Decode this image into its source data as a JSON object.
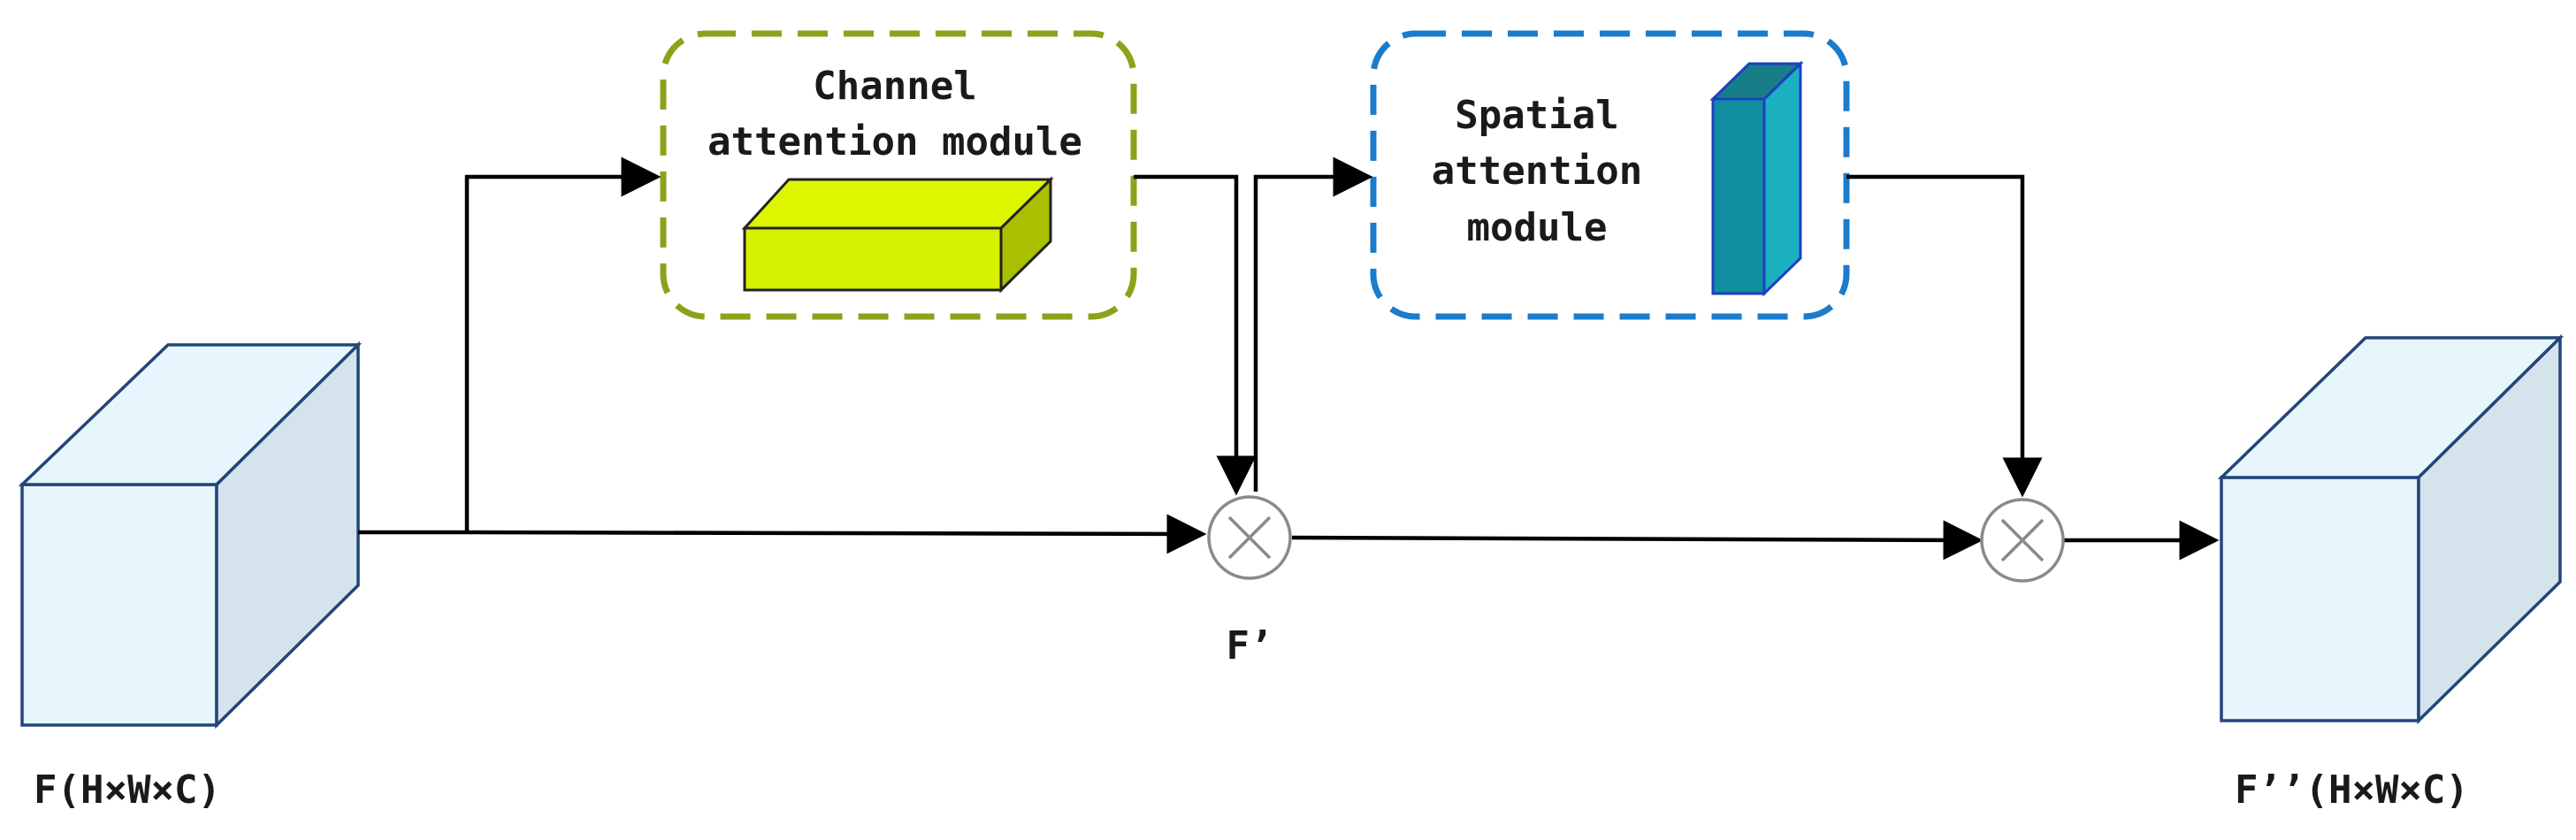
{
  "diagram": {
    "modules": {
      "channel": {
        "label_lines": [
          "Channel",
          "attention module"
        ],
        "border_color": "#8ea11a"
      },
      "spatial": {
        "label_lines": [
          "Spatial",
          "attention",
          "module"
        ],
        "border_color": "#1a7ccc"
      }
    },
    "blocks": {
      "channel_block_color": "#d6f200",
      "spatial_block_color": "#1aa8b8",
      "feature_front_color": "#e6f6fc",
      "feature_side_color": "#d4e3ec",
      "feature_edge_color": "#23457a"
    },
    "labels": {
      "input": "F(H×W×C)",
      "intermediate": "F’",
      "output": "F’’(H×W×C)"
    },
    "operators": {
      "multiply_symbol_name": "multiply-icon"
    }
  }
}
